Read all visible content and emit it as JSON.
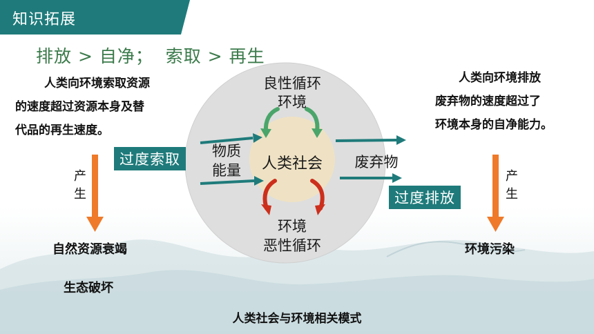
{
  "header": {
    "title": "知识拓展"
  },
  "subtitle": "排放 > 自净；  索取 > 再生",
  "left_text": {
    "lines": [
      "人类向环境索取资源",
      "的速度超过资源本身及替",
      "代品的再生速度。"
    ]
  },
  "right_text": {
    "lines": [
      "人类向环境排放",
      "废弃物的速度超过了",
      "环境本身的自净能力。"
    ]
  },
  "tags": {
    "left": "过度索取",
    "right": "过度排放"
  },
  "produce": {
    "left": [
      "产",
      "生"
    ],
    "right": [
      "产",
      "生"
    ]
  },
  "results": {
    "left": [
      "自然资源衰竭",
      "生态破坏"
    ],
    "right": "环境污染"
  },
  "diagram": {
    "center": "人类社会",
    "top_cycle": [
      "良性循环",
      "环境"
    ],
    "bottom_cycle": [
      "环境",
      "恶性循环"
    ],
    "input": [
      "物质",
      "能量"
    ],
    "output": "废弃物"
  },
  "caption": "人类社会与环境相关模式",
  "colors": {
    "teal": "#1f7b7b",
    "orange": "#ef7a2a",
    "green": "#4aa56a",
    "red": "#cc2f1c",
    "inner_circle": "#efe2c4",
    "outer_circle": "#dedede"
  }
}
